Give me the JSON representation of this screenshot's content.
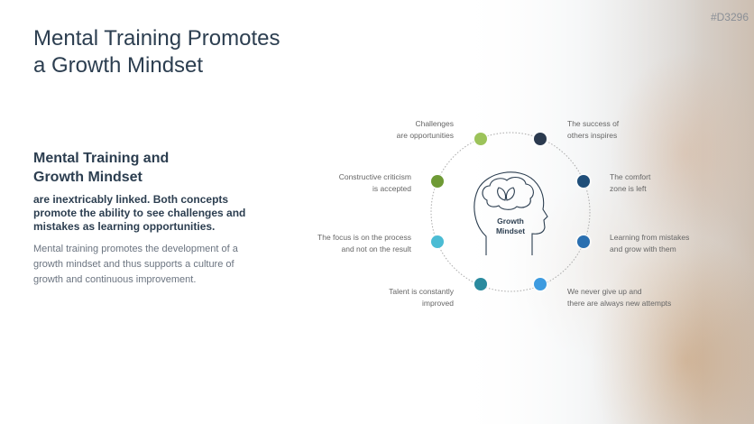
{
  "slide_code": "#D3296",
  "title_line1": "Mental Training Promotes",
  "title_line2": "a Growth Mindset",
  "subtitle_line1": "Mental Training and",
  "subtitle_line2": "Growth Mindset",
  "bold_text": "are inextricably linked. Both concepts promote the ability to see challenges and mistakes as learning opportunities.",
  "body_text": "Mental training promotes the development of a growth mindset and thus supports a culture of growth and continuous improvement.",
  "center_label_1": "Growth",
  "center_label_2": "Mindset",
  "items": [
    {
      "l1": "Challenges",
      "l2": "are opportunities",
      "color": "#9cc35a"
    },
    {
      "l1": "The success of",
      "l2": "others inspires",
      "color": "#2b3a4f"
    },
    {
      "l1": "The comfort",
      "l2": "zone is left",
      "color": "#1f4e79"
    },
    {
      "l1": "Learning from mistakes",
      "l2": "and grow with them",
      "color": "#2a6fb0"
    },
    {
      "l1": "We never give up and",
      "l2": "there are always new attempts",
      "color": "#3d9be0"
    },
    {
      "l1": "Talent is constantly",
      "l2": "improved",
      "color": "#2a8a9e"
    },
    {
      "l1": "The focus is on the process",
      "l2": "and not on the result",
      "color": "#4bbcd4"
    },
    {
      "l1": "Constructive criticism",
      "l2": "is accepted",
      "color": "#6e9a35"
    }
  ]
}
